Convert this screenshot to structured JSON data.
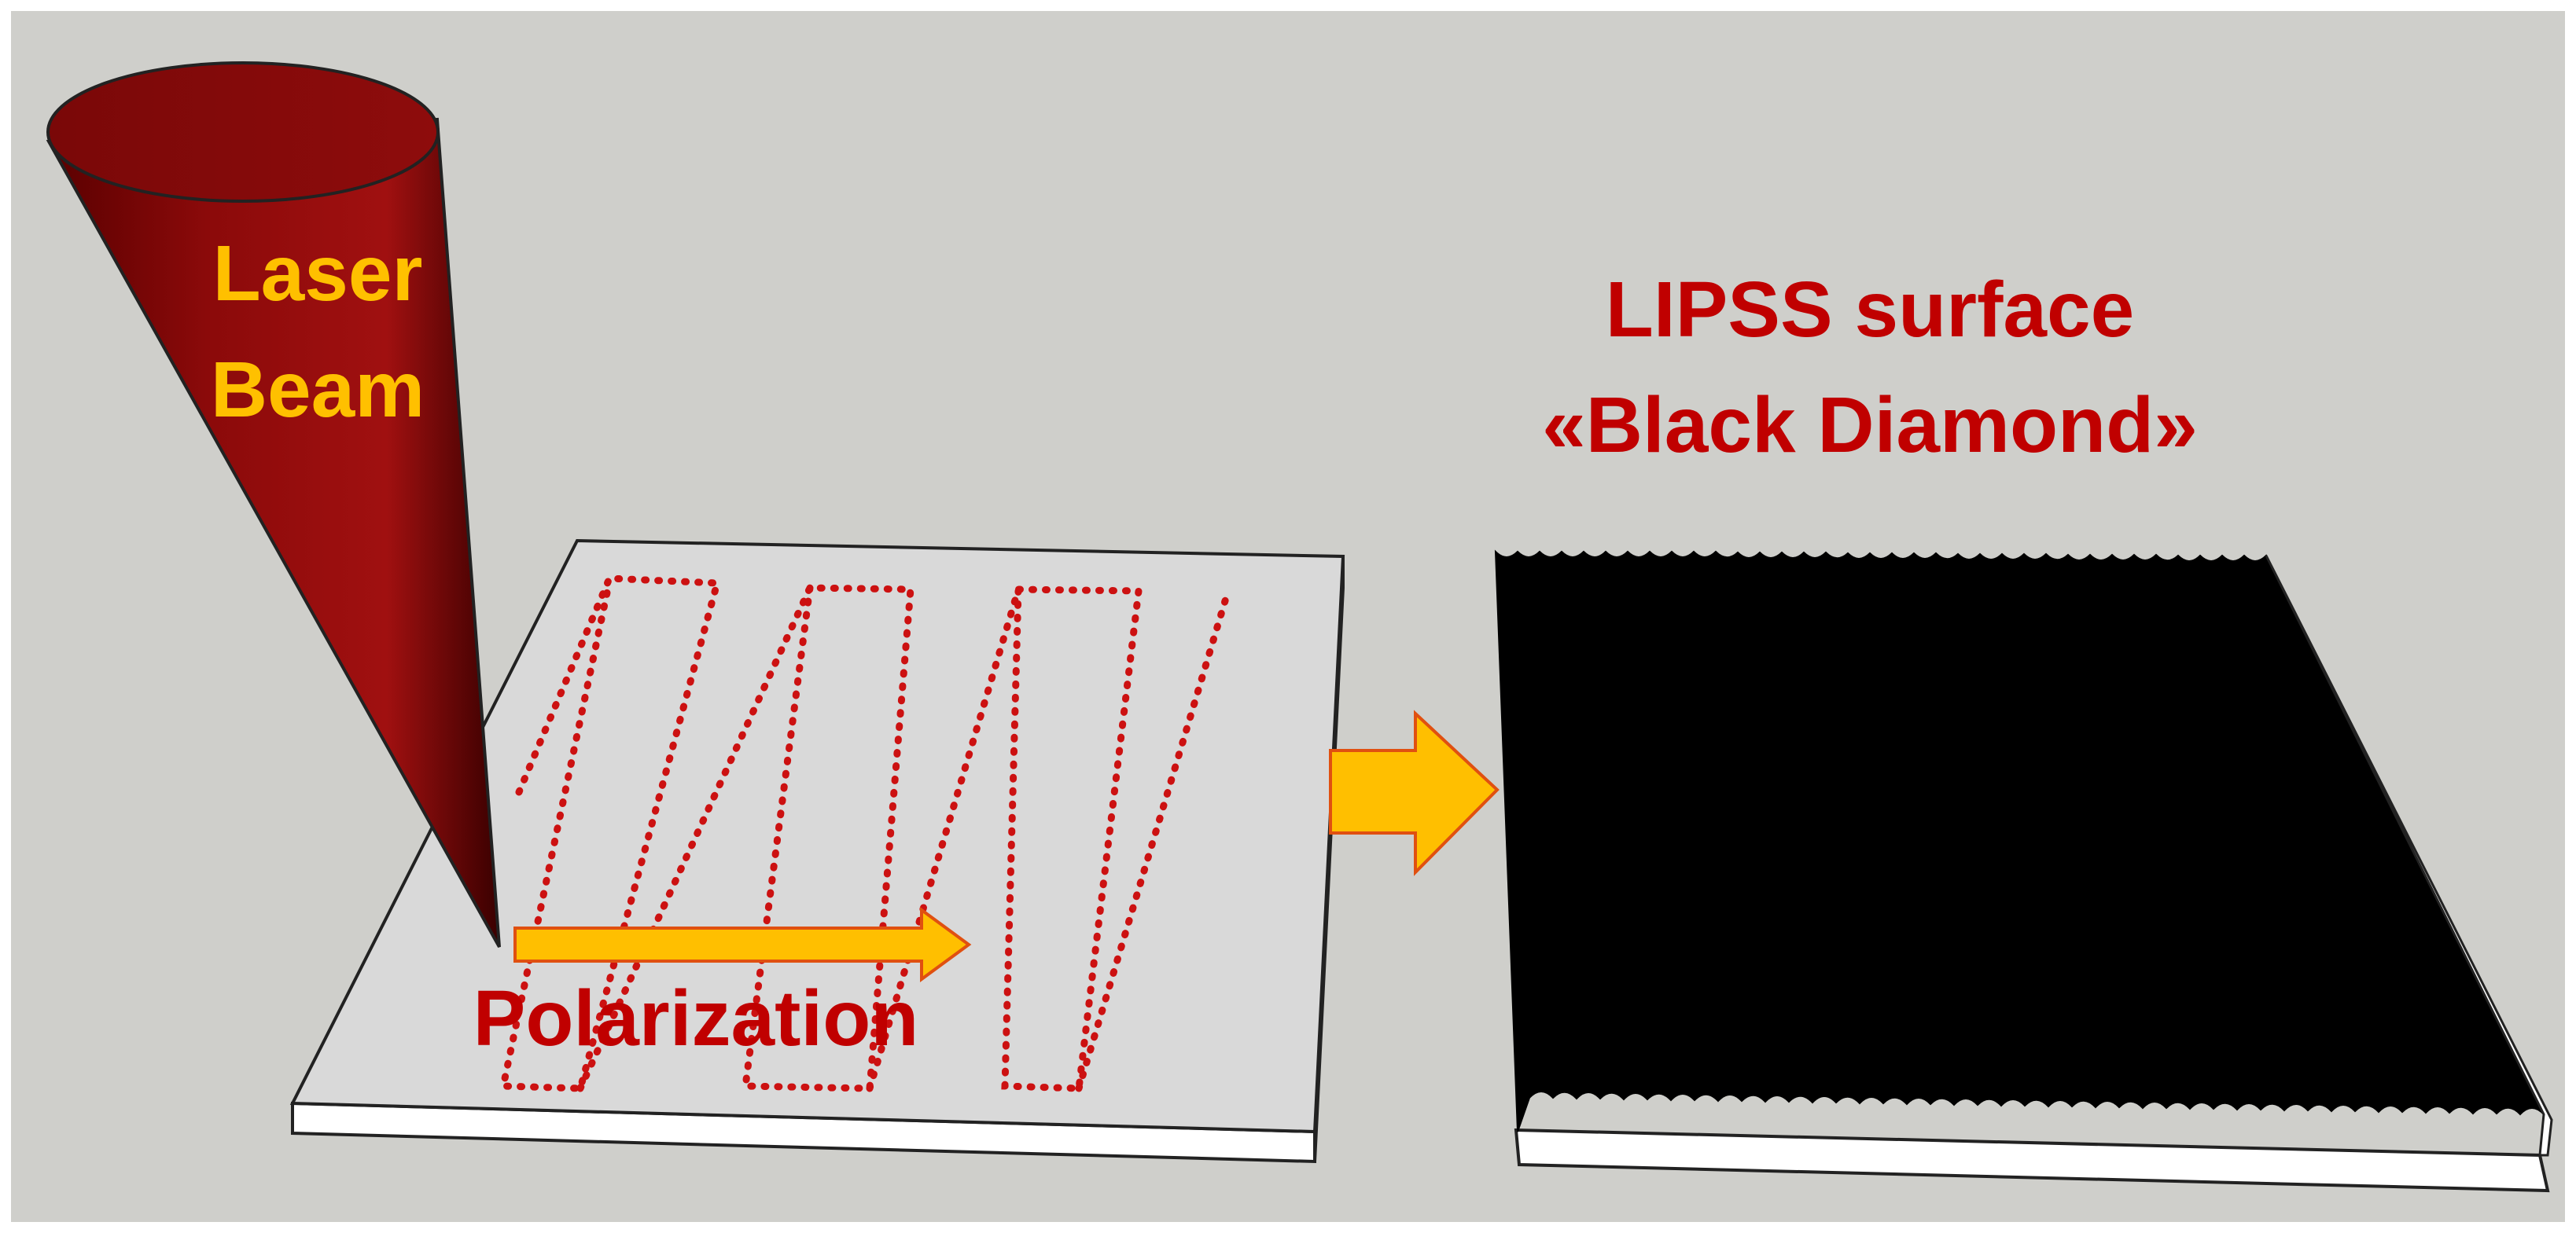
{
  "colors": {
    "background": "#cfcfcb",
    "border": "#ffffff",
    "plate_top": "#d9d9d9",
    "plate_side": "#ffffff",
    "plate_outline": "#222222",
    "beam_dark": "#5a0000",
    "beam_mid": "#8b0a0a",
    "beam_light": "#a01010",
    "scan_path": "#cc1111",
    "arrow_fill": "#ffbf00",
    "arrow_outline": "#e05010",
    "beam_text": "#ffc000",
    "title_text": "#c00000",
    "lipss_surface": "#000000"
  },
  "labels": {
    "laser_line1": "Laser",
    "laser_line2": "Beam",
    "polarization": "Polarization",
    "surface_line1": "LIPSS surface",
    "surface_line2": "«Black Diamond»"
  }
}
